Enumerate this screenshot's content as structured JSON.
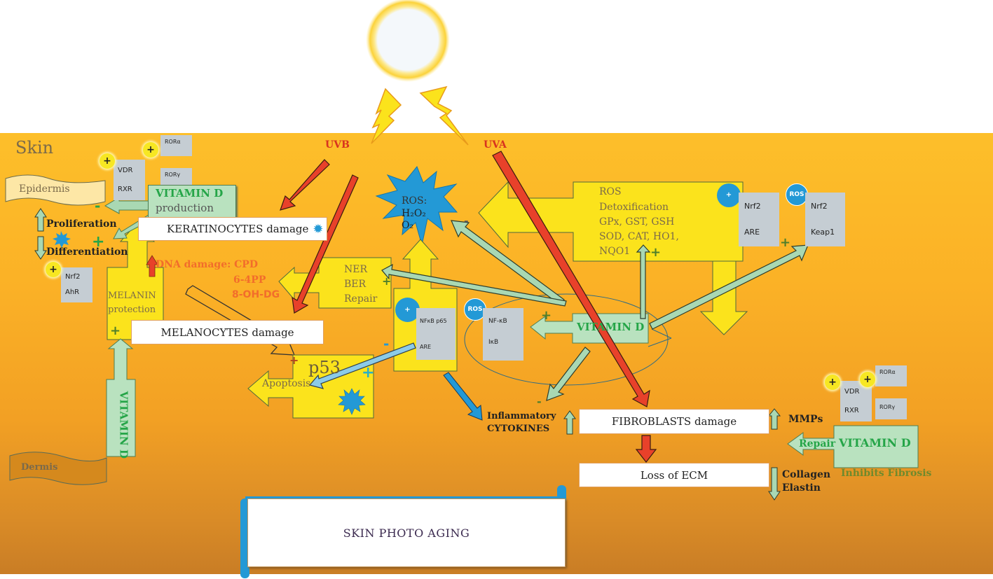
{
  "diagram": {
    "title": "SKIN PHOTO AGING",
    "skin_label": "Skin",
    "layers": {
      "epidermis": "Epidermis",
      "dermis": "Dermis"
    },
    "radiation": {
      "uvb": "UVB",
      "uva": "UVA"
    },
    "receptors_left": {
      "vdr": "VDR",
      "rxr": "RXR",
      "ror_alpha": "RORα",
      "ror_gamma": "RORγ",
      "nrf2": "Nrf2",
      "ahr": "AhR"
    },
    "vitamin_d_production": {
      "line1": "VITAMIN D",
      "line2": "production"
    },
    "proliferation": "Proliferation",
    "differentiation": "Differentiation",
    "keratinocytes_damage": "KERATINOCYTES damage",
    "melanin_protection": {
      "line1": "MELANIN",
      "line2": "protection"
    },
    "melanocytes_damage": "MELANOCYTES damage",
    "vitamin_d_vertical": "VITAMIN D",
    "dna_damage": {
      "line1": "DNA damage: CPD",
      "line2": "6-4PP",
      "line3": "8-OH-DG"
    },
    "repair_box": {
      "line1": "NER",
      "line2": "BER",
      "line3": "Repair"
    },
    "ros_star": {
      "line1": "ROS:",
      "line2": "H₂O₂",
      "line3": "O₂"
    },
    "p53": "p53",
    "apoptosis": "Apoptosis",
    "nfkb_box": {
      "line1": "NFκB p65",
      "line2": "ARE"
    },
    "ros_badge": "ROS",
    "nfkb_complex": {
      "line1": "NF-κB",
      "line2": "IκB"
    },
    "vitamin_d_center": "VITAMIN D",
    "ros_detox": {
      "line1": "ROS",
      "line2": "Detoxification",
      "line3": "GPx, GST, GSH",
      "line4": "SOD, CAT, HO1,",
      "line5": "NQO1"
    },
    "nrf2_are": {
      "line1": "Nrf2",
      "line2": "ARE"
    },
    "nrf2_keap1": {
      "line1": "Nrf2",
      "line2": "Keap1"
    },
    "inflammatory_cytokines": {
      "line1": "Inflammatory",
      "line2": "CYTOKINES"
    },
    "fibroblasts_damage": "FIBROBLASTS damage",
    "mmps": "MMPs",
    "loss_of_ecm": "Loss of ECM",
    "collagen_elastin": {
      "line1": "Collagen",
      "line2": "Elastin"
    },
    "receptors_right": {
      "vdr": "VDR",
      "rxr": "RXR",
      "ror_alpha": "RORα",
      "ror_gamma": "RORγ"
    },
    "repair_vitamin_d": {
      "repair": "Repair",
      "vitamin": "VITAMIN D"
    },
    "inhibits_fibrosis": "Inhibits Fibrosis",
    "signs": {
      "plus": "+",
      "minus": "-"
    }
  },
  "colors": {
    "skin_orange": "#fbb126",
    "arrow_red": "#e8412a",
    "arrow_green": "#a9d8b3",
    "box_yellow": "#fbe31c",
    "ros_blue": "#2399d6",
    "vitamin_green_text": "#25a548",
    "dna_text": "#f26d2b"
  }
}
